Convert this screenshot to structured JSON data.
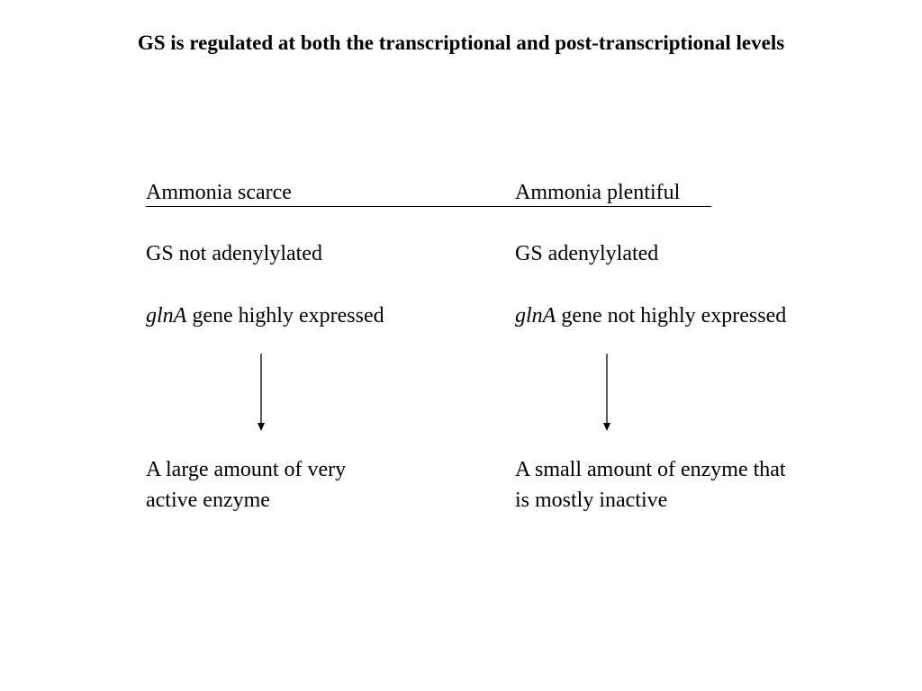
{
  "title": "GS is regulated at both the transcriptional and post-transcriptional levels",
  "left": {
    "heading": "Ammonia scarce",
    "state": "GS not adenylylated",
    "gene_name": "glnA",
    "gene_text": " gene highly expressed",
    "outcome_line1": "A large amount of very",
    "outcome_line2": "active enzyme"
  },
  "right": {
    "heading": "Ammonia plentiful",
    "state": "GS adenylylated",
    "gene_name": "glnA",
    "gene_text": " gene not highly expressed",
    "outcome_line1": "A small amount of enzyme that",
    "outcome_line2": "is mostly inactive"
  }
}
